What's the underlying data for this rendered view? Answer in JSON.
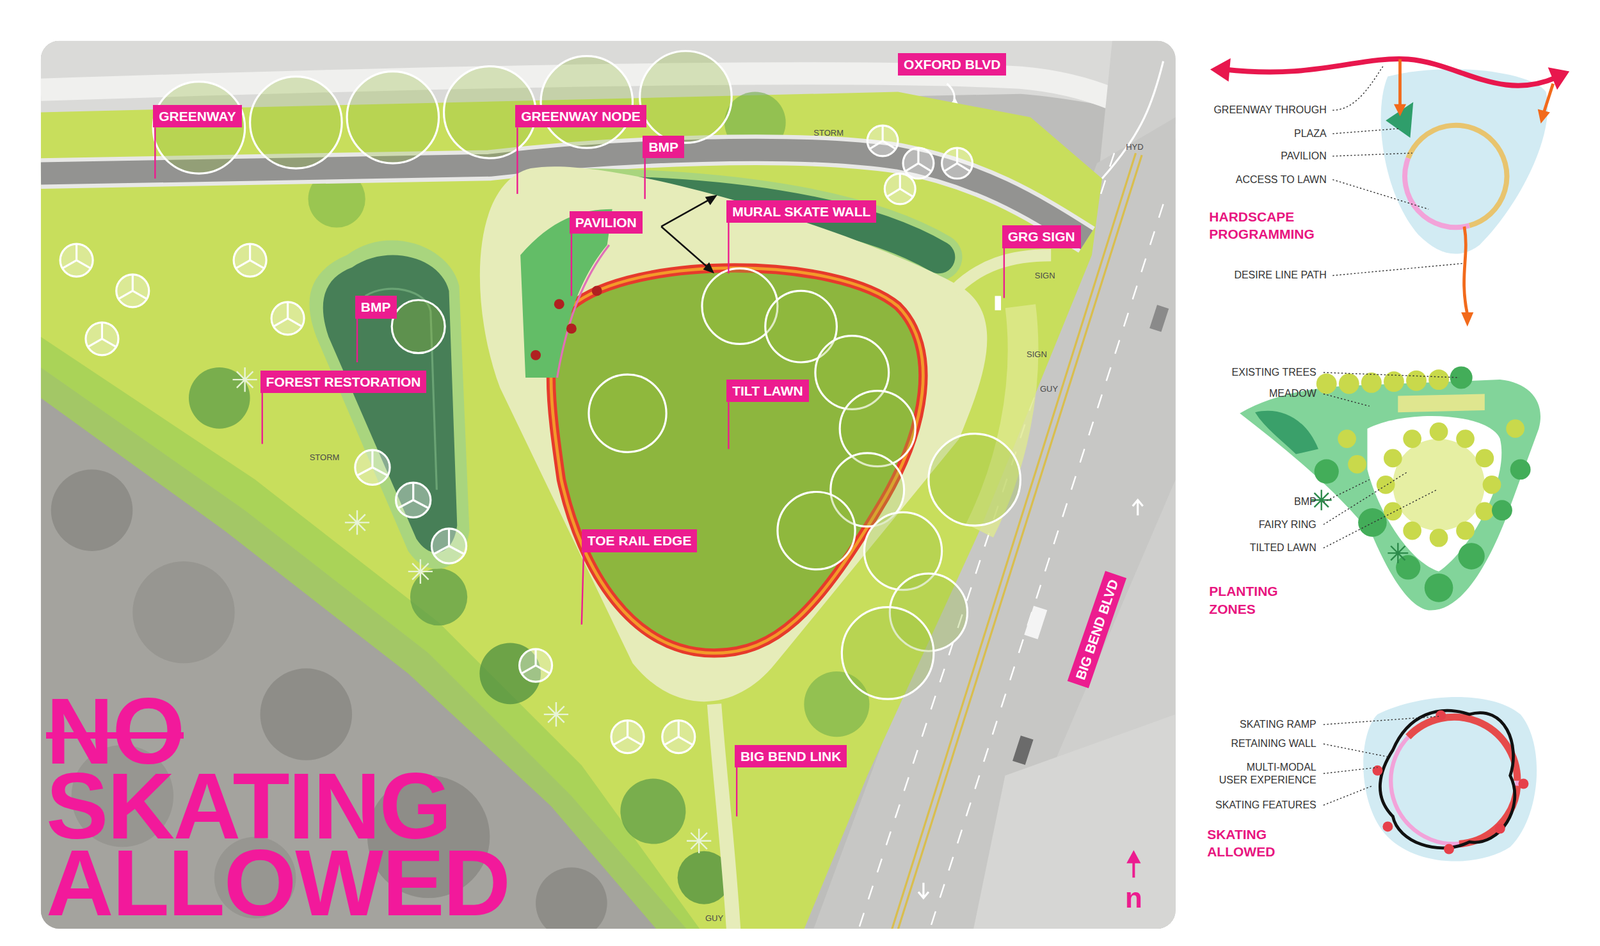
{
  "diagram": {
    "title": "SKATING ALLOWED",
    "nodes": [
      {
        "text": [
          "GREENWAY"
        ]
      },
      {
        "text": [
          "GREENWAY NODE"
        ]
      },
      {
        "text": [
          "OXFORD BLVD"
        ]
      },
      {
        "text": [
          "BMP"
        ]
      },
      {
        "text": [
          "PAVILION"
        ]
      },
      {
        "text": [
          "MURAL SKATE WALL"
        ]
      },
      {
        "text": [
          "GRG SIGN"
        ]
      },
      {
        "text": [
          "BMP"
        ]
      },
      {
        "text": [
          "FOREST RESTORATION"
        ]
      },
      {
        "text": [
          "TILT LAWN"
        ]
      },
      {
        "text": [
          "TOE RAIL EDGE"
        ]
      },
      {
        "text": [
          "BIG BEND BLVD"
        ]
      },
      {
        "text": [
          "BIG BEND LINK"
        ]
      }
    ],
    "labels": [
      "NO",
      "STORM",
      "HYD",
      "SIGN",
      "SIGN",
      "GUY",
      "STORM",
      "GUY",
      "GREENWAY THROUGH",
      "PLAZA",
      "PAVILION",
      "ACCESS TO LAWN",
      "HARDSCAPE PROGRAMMING",
      "DESIRE LINE PATH",
      "EXISTING TREES",
      "MEADOW",
      "BMP",
      "FAIRY RING",
      "TILTED LAWN",
      "PLANTING ZONES",
      "SKATING RAMP",
      "RETAINING WALL",
      "MULTI-MODAL USER EXPERIENCE",
      "SKATING FEATURES",
      "SKATING ALLOWED",
      "n"
    ]
  }
}
